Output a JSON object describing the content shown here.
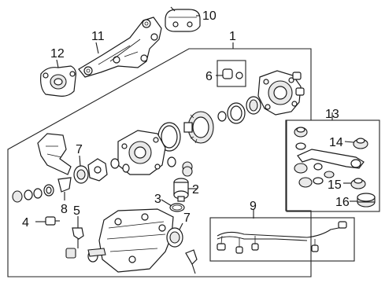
{
  "callouts": [
    "1",
    "2",
    "3",
    "4",
    "5",
    "6",
    "7",
    "7",
    "8",
    "9",
    "10",
    "11",
    "12",
    "13",
    "14",
    "15",
    "16"
  ]
}
